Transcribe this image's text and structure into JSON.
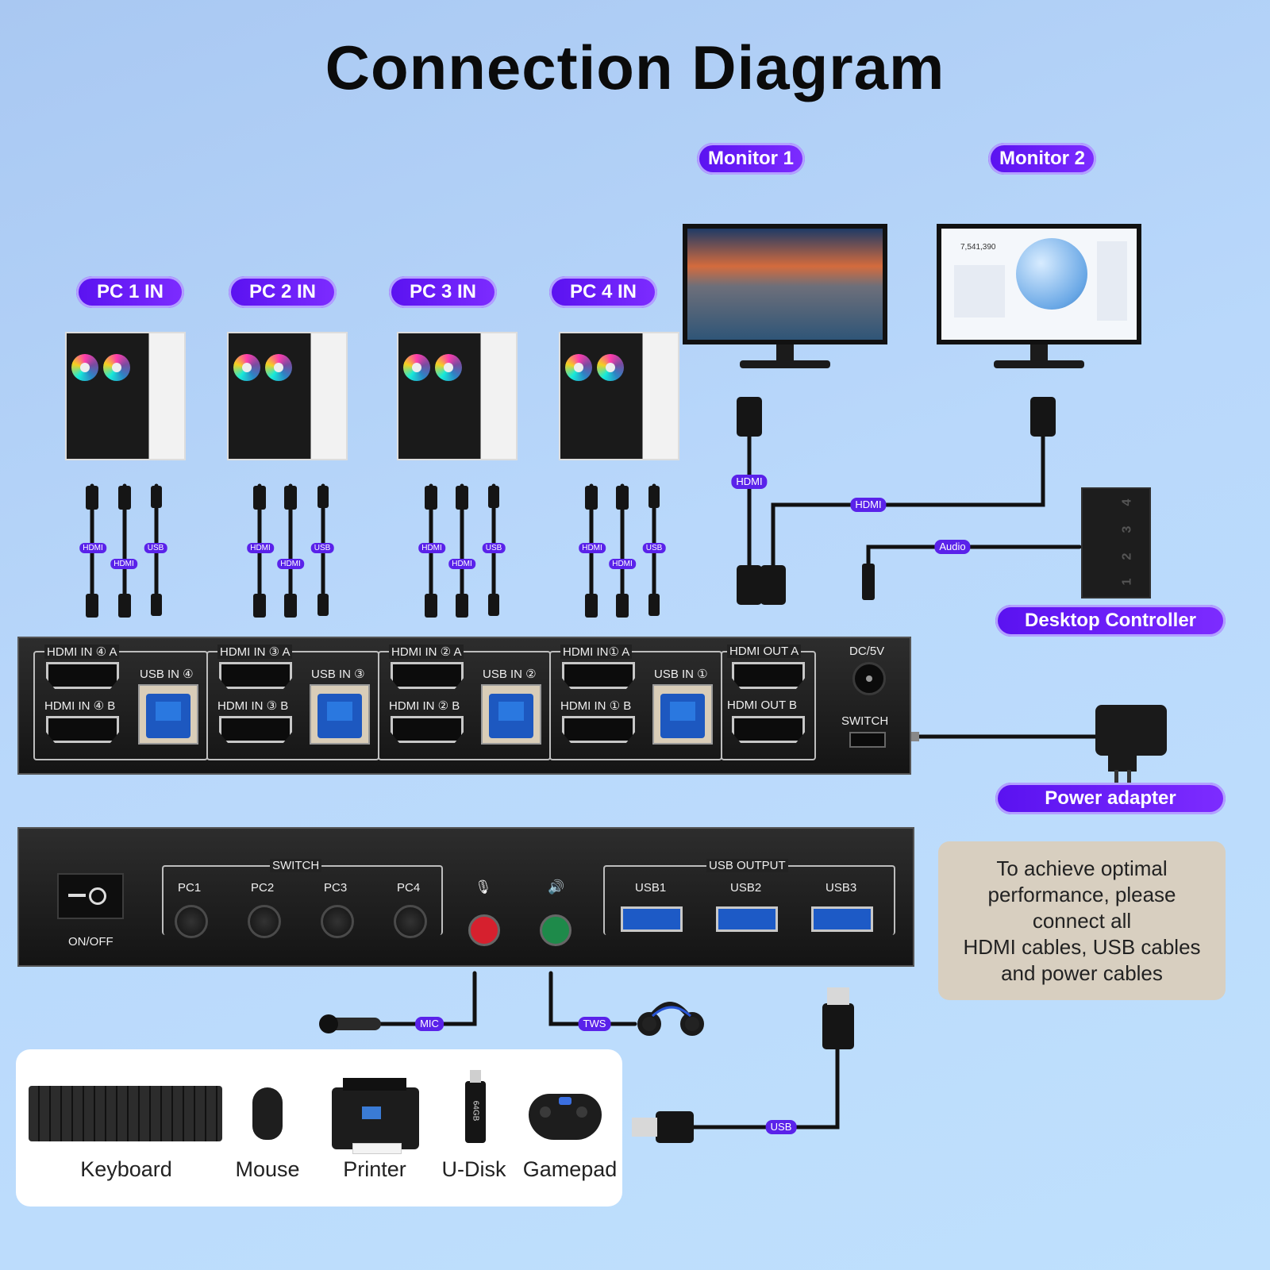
{
  "title": "Connection Diagram",
  "monitors": [
    {
      "label": "Monitor 1"
    },
    {
      "label": "Monitor 2"
    }
  ],
  "monitor2_screen": {
    "figure": "7,541,390"
  },
  "pcs": [
    {
      "label": "PC 1 IN"
    },
    {
      "label": "PC 2 IN"
    },
    {
      "label": "PC 3 IN"
    },
    {
      "label": "PC 4 IN"
    }
  ],
  "cable_tags": {
    "hdmi": "HDMI",
    "usb": "USB",
    "audio": "Audio",
    "mic": "MIC",
    "tws": "TWS"
  },
  "back_panel": {
    "groups": [
      {
        "a": "HDMI IN ④ A",
        "b": "HDMI IN ④ B",
        "usb": "USB IN ④"
      },
      {
        "a": "HDMI IN ③ A",
        "b": "HDMI IN ③ B",
        "usb": "USB IN ③"
      },
      {
        "a": "HDMI IN ② A",
        "b": "HDMI IN ② B",
        "usb": "USB IN ②"
      },
      {
        "a": "HDMI IN① A",
        "b": "HDMI IN ① B",
        "usb": "USB IN ①"
      }
    ],
    "out_a": "HDMI OUT A",
    "out_b": "HDMI OUT B",
    "dc": "DC/5V",
    "switch": "SWITCH"
  },
  "front_panel": {
    "power": "ON/OFF",
    "switch_group": "SWITCH",
    "switch_buttons": [
      "PC1",
      "PC2",
      "PC3",
      "PC4"
    ],
    "usb_group": "USB OUTPUT",
    "usb_ports": [
      "USB1",
      "USB2",
      "USB3"
    ],
    "colors": {
      "mic": "#d6202e",
      "speaker": "#1e8a4a"
    }
  },
  "desktop_controller": {
    "label": "Desktop Controller",
    "keys": [
      "4",
      "3",
      "2",
      "1"
    ]
  },
  "power_adapter": {
    "label": "Power adapter"
  },
  "note": {
    "lines": [
      "To achieve optimal",
      "performance, please",
      "connect all",
      "HDMI cables, USB cables",
      "and power cables"
    ]
  },
  "devices": [
    {
      "label": "Keyboard",
      "icon": "keyboard-icon"
    },
    {
      "label": "Mouse",
      "icon": "mouse-icon"
    },
    {
      "label": "Printer",
      "icon": "printer-icon"
    },
    {
      "label": "U-Disk",
      "icon": "usb-drive-icon",
      "capacity": "64GB"
    },
    {
      "label": "Gamepad",
      "icon": "gamepad-icon"
    }
  ],
  "colors": {
    "accent": "#6a1cf5",
    "cable": "#111111",
    "panel": "#1f1f1f"
  }
}
